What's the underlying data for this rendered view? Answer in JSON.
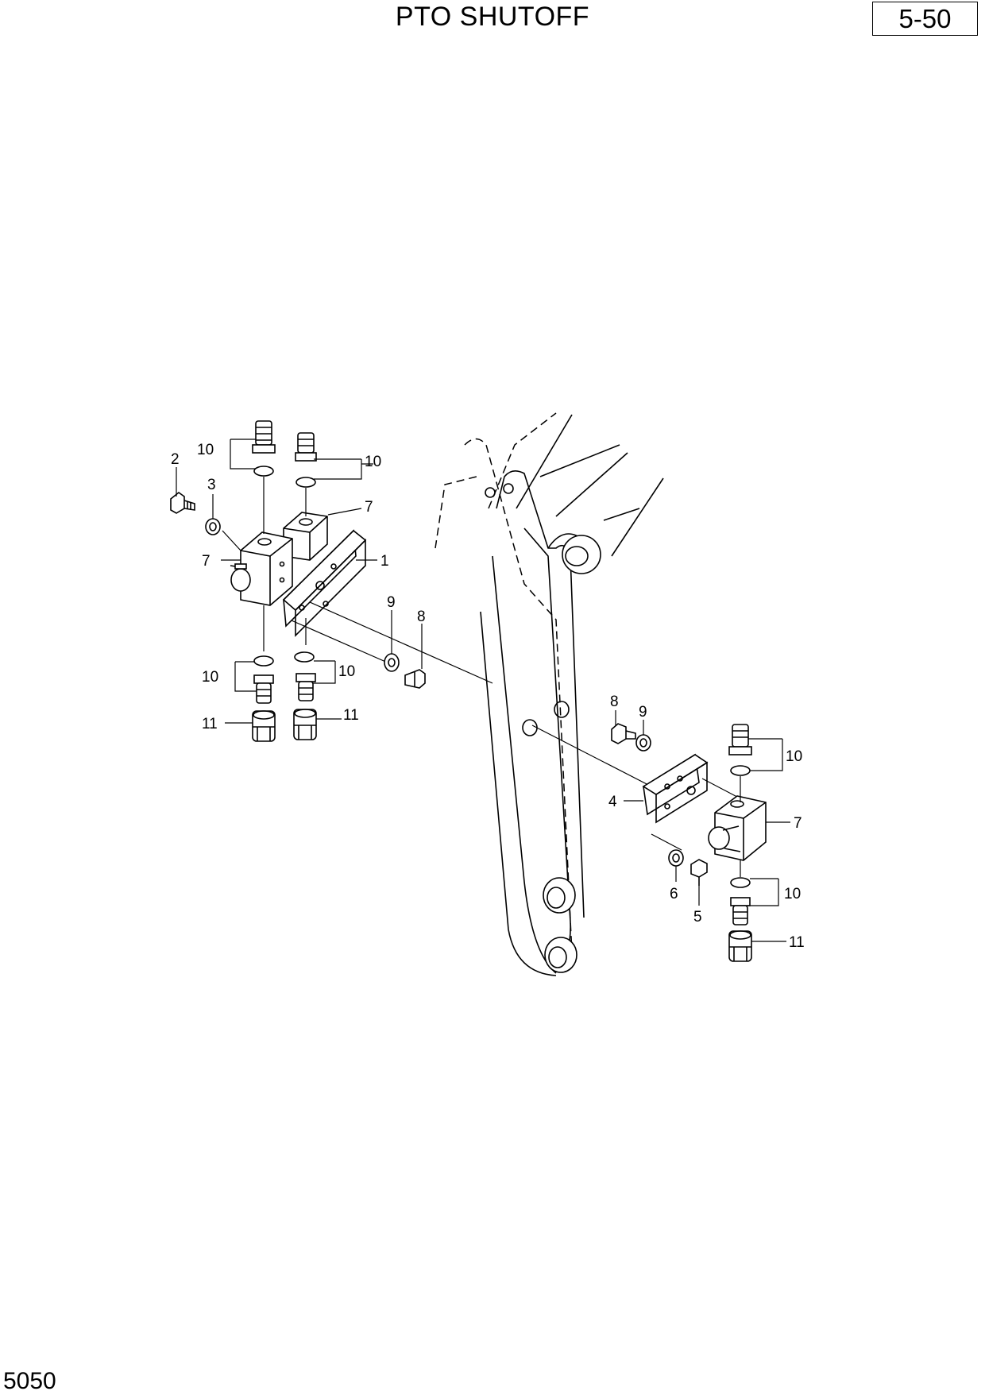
{
  "header": {
    "title": "PTO SHUTOFF",
    "page_number": "5-50"
  },
  "footer": {
    "code": "5050"
  },
  "callouts": {
    "c1": "10",
    "c2": "10",
    "c3": "2",
    "c4": "3",
    "c5": "7",
    "c6": "7",
    "c7": "1",
    "c8": "9",
    "c9": "8",
    "c10": "10",
    "c11": "10",
    "c12": "11",
    "c13": "11",
    "c14": "8",
    "c15": "9",
    "c16": "10",
    "c17": "4",
    "c18": "7",
    "c19": "6",
    "c20": "5",
    "c21": "10",
    "c22": "11"
  }
}
